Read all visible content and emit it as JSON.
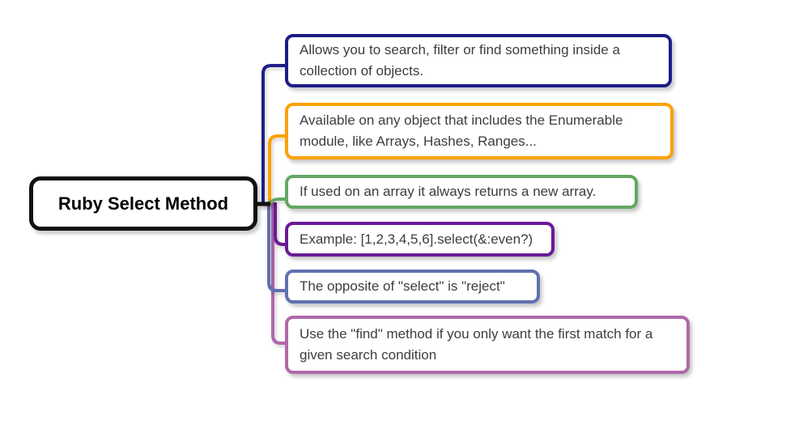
{
  "root": {
    "label": "Ruby Select Method",
    "border_color": "#111111"
  },
  "branches": [
    {
      "label": "Allows you to search, filter or find something inside a collection of objects.",
      "color": "#1e1d89"
    },
    {
      "label": "Available on any object that includes the Enumerable module, like Arrays, Hashes, Ranges...",
      "color": "#fca103"
    },
    {
      "label": "If used on an array it always returns a new array.",
      "color": "#64a765"
    },
    {
      "label": "Example: [1,2,3,4,5,6].select(&:even?)",
      "color": "#6b1b96"
    },
    {
      "label": "The opposite of \"select\" is \"reject\"",
      "color": "#6170b2"
    },
    {
      "label": "Use the \"find\" method if you only want the first match for a given search condition",
      "color": "#b068ab"
    }
  ],
  "connector": {
    "trunk_color": "#111111"
  }
}
